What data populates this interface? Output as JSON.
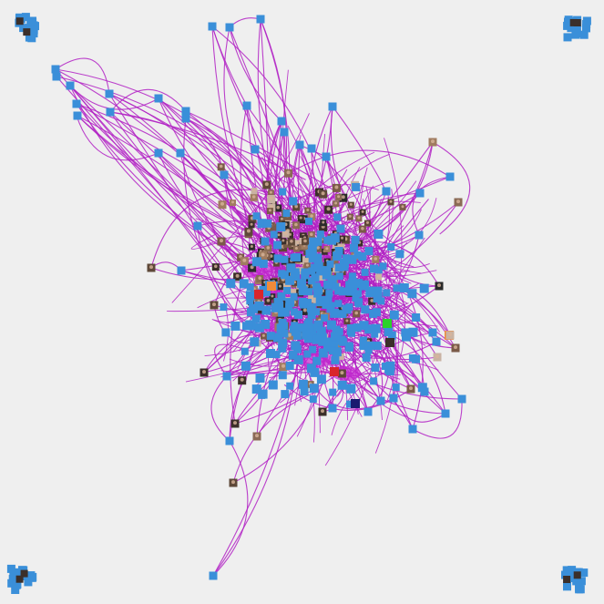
{
  "graph": {
    "colors": {
      "background": "#efefef",
      "edge": "#b221c4",
      "node_default": "#3a8fd9",
      "node_photo_dark": "#3b2f2a",
      "node_photo_mid": "#8a6a55",
      "node_photo_light": "#c9b3a3",
      "node_accent_red": "#d9262b",
      "node_accent_green": "#2bd12b",
      "node_accent_orange": "#f08a3a",
      "node_accent_navy": "#1a1a70",
      "node_accent_magenta": "#c42ad0"
    },
    "node_types": [
      "account-square",
      "profile-photo-thumbnail"
    ],
    "isolated_clusters": [
      "top-left",
      "top-right",
      "bottom-left",
      "bottom-right"
    ]
  }
}
